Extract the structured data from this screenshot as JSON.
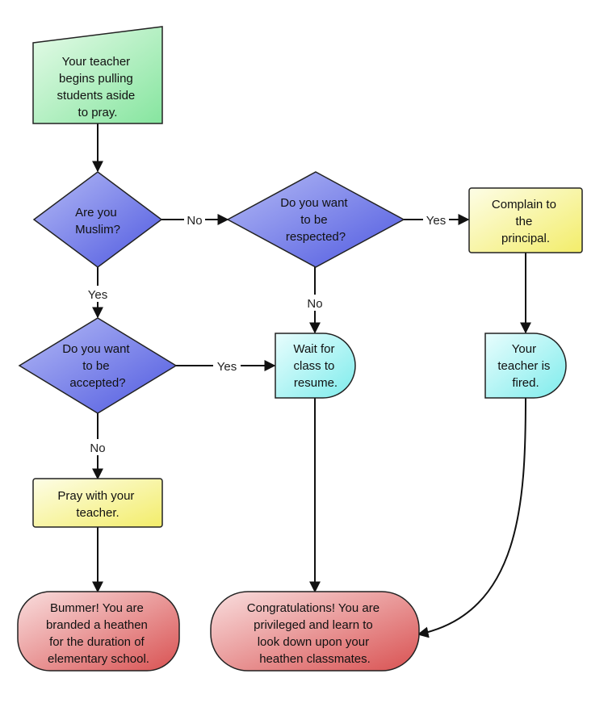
{
  "nodes": {
    "start": [
      "Your teacher",
      "begins pulling",
      "students aside",
      "to pray."
    ],
    "muslim": [
      "Are you",
      "Muslim?"
    ],
    "respected": [
      "Do you want",
      "to be",
      "respected?"
    ],
    "complain": [
      "Complain to",
      "the",
      "principal."
    ],
    "accepted": [
      "Do you want",
      "to be",
      "accepted?"
    ],
    "wait": [
      "Wait for",
      "class to",
      "resume."
    ],
    "fired": [
      "Your",
      "teacher is",
      "fired."
    ],
    "pray": [
      "Pray with your",
      "teacher."
    ],
    "bummer": [
      "Bummer! You are",
      "branded a heathen",
      "for the duration of",
      "elementary school."
    ],
    "congrats": [
      "Congratulations! You are",
      "privileged and learn to",
      "look down upon your",
      "heathen classmates."
    ]
  },
  "edge_labels": {
    "muslim_no": "No",
    "respected_yes": "Yes",
    "muslim_yes": "Yes",
    "respected_no": "No",
    "accepted_yes": "Yes",
    "accepted_no": "No"
  },
  "colors": {
    "process_green": "#8ee8a8",
    "decision_blue": "#6a74e8",
    "terminal_cyan": "#8ff0f0",
    "action_yellow": "#f7f27a",
    "end_red": "#e06060"
  }
}
